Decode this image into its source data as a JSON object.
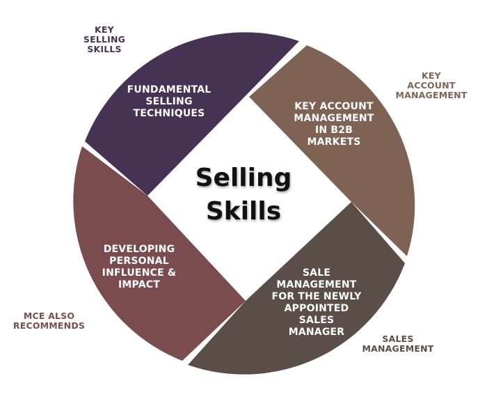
{
  "colors": {
    "purple": "#463353",
    "brown": "#7e6355",
    "darkgray": "#5b4d47",
    "maroon": "#7a4c4e",
    "background": "#ffffff"
  },
  "center": {
    "line1": "Selling",
    "line2": "Skills"
  },
  "segments": {
    "fundamental": [
      "FUNDAMENTAL",
      "SELLING",
      "TECHNIQUES"
    ],
    "key_account": [
      "KEY ACCOUNT",
      "MANAGEMENT",
      "IN B2B",
      "MARKETS"
    ],
    "sale_management": [
      "SALE",
      "MANAGEMENT",
      "FOR THE NEWLY",
      "APPOINTED",
      "SALES",
      "MANAGER"
    ],
    "personal": [
      "DEVELOPING",
      "PERSONAL",
      "INFLUENCE &",
      "IMPACT"
    ]
  },
  "outer_labels": {
    "key_selling": [
      "KEY",
      "SELLING",
      "SKILLS"
    ],
    "key_account": [
      "KEY",
      "ACCOUNT",
      "MANAGEMENT"
    ],
    "sales_management": [
      "SALES",
      "MANAGEMENT"
    ],
    "mce": [
      "MCE ALSO",
      "RECOMMENDS"
    ]
  }
}
